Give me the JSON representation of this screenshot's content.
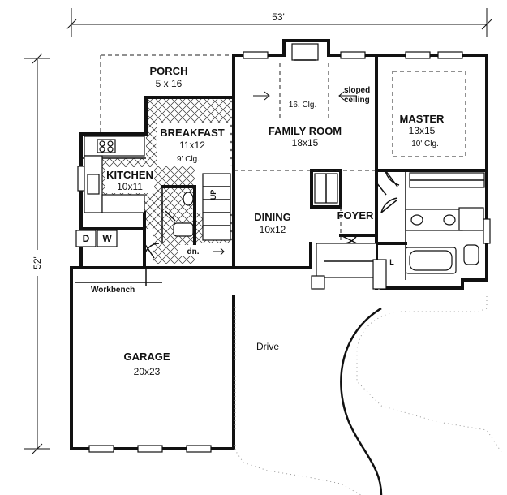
{
  "dimensions": {
    "width_label": "53'",
    "depth_label": "52'"
  },
  "rooms": {
    "porch": {
      "name": "PORCH",
      "size": "5 x 16"
    },
    "breakfast": {
      "name": "BREAKFAST",
      "size": "11x12",
      "note": "9' Clg."
    },
    "kitchen": {
      "name": "KITCHEN",
      "size": "10x11"
    },
    "family_room": {
      "name": "FAMILY ROOM",
      "size": "18x15",
      "note": "16. Clg."
    },
    "master": {
      "name": "MASTER",
      "size": "13x15",
      "note": "10' Clg."
    },
    "dining": {
      "name": "DINING",
      "size": "10x12"
    },
    "foyer": {
      "name": "FOYER"
    },
    "garage": {
      "name": "GARAGE",
      "size": "20x23"
    }
  },
  "labels": {
    "sloped_line1": "sloped",
    "sloped_line2": "ceiling",
    "up": "UP",
    "down": "dn.",
    "dryer": "D",
    "washer": "W",
    "workbench": "Workbench",
    "drive": "Drive",
    "linen": "L"
  },
  "colors": {
    "line": "#111111",
    "background": "#ffffff"
  }
}
